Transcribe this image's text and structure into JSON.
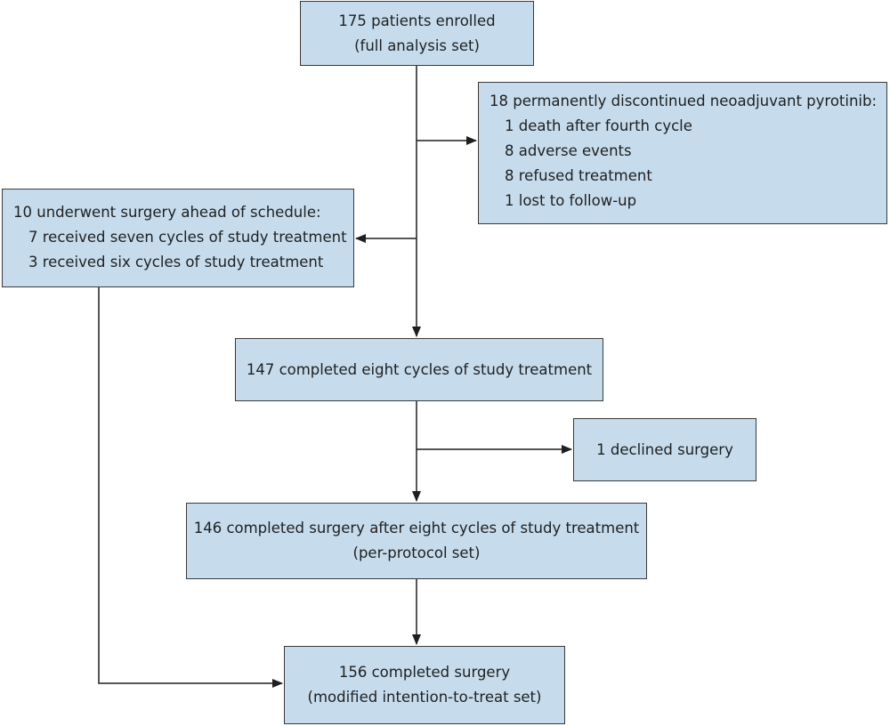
{
  "diagram": {
    "enrolled": {
      "line1": "175 patients enrolled",
      "line2": "(full analysis set)"
    },
    "discontinued": {
      "heading": "18 permanently discontinued neoadjuvant pyrotinib:",
      "items": [
        "1 death after fourth cycle",
        "8 adverse events",
        "8 refused treatment",
        "1 lost to follow-up"
      ]
    },
    "early_surgery": {
      "heading": "10 underwent surgery ahead of schedule:",
      "items": [
        "7 received seven cycles of study treatment",
        "3 received six cycles of study treatment"
      ]
    },
    "completed_eight": {
      "line1": "147 completed eight cycles of study treatment"
    },
    "declined": {
      "line1": "1 declined surgery"
    },
    "per_protocol": {
      "line1": "146 completed surgery after eight cycles of study treatment",
      "line2": "(per-protocol set)"
    },
    "mitt": {
      "line1": "156 completed surgery",
      "line2": "(modified intention-to-treat set)"
    },
    "colors": {
      "box_fill": "#c6dced",
      "box_border": "#3a3a3a",
      "connector": "#1f1f1f"
    }
  }
}
